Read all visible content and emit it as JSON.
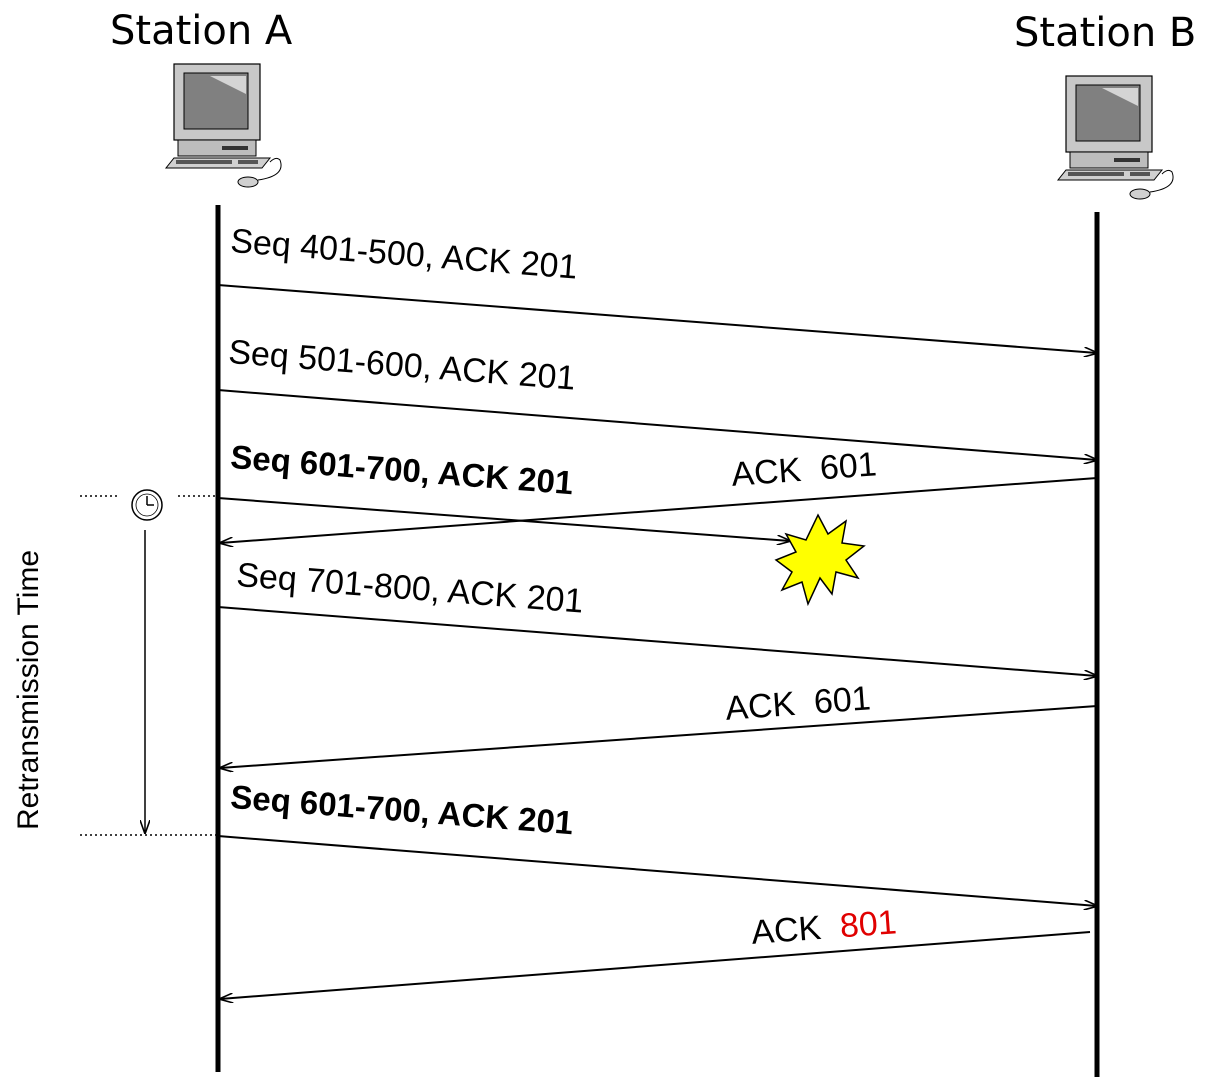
{
  "stations": {
    "a": {
      "label": "Station A"
    },
    "b": {
      "label": "Station B"
    }
  },
  "timer_label": "Retransmission Time",
  "messages": [
    {
      "seq": "Seq",
      "range": "401-500, ACK 201",
      "direction": "A->B"
    },
    {
      "seq": "Seq",
      "range": "501-600, ACK 201",
      "direction": "A->B"
    },
    {
      "text": "Seq 601-700, ACK 201",
      "direction": "A->B",
      "bold": true,
      "lost": true
    },
    {
      "ack": "ACK",
      "value": "601",
      "direction": "B->A"
    },
    {
      "seq": "Seq",
      "range": "701-800, ACK 201",
      "direction": "A->B"
    },
    {
      "ack": "ACK",
      "value": "601",
      "direction": "B->A"
    },
    {
      "text": "Seq 601-700, ACK 201",
      "direction": "A->B",
      "bold": true,
      "retransmission": true
    },
    {
      "ack": "ACK",
      "value": "801",
      "direction": "B->A",
      "value_color": "#e00000"
    }
  ],
  "icons": [
    "computer-icon",
    "clock-icon",
    "explosion-icon"
  ],
  "colors": {
    "lines": "#000000",
    "explosion": "#ffff00",
    "highlight": "#e00000"
  }
}
